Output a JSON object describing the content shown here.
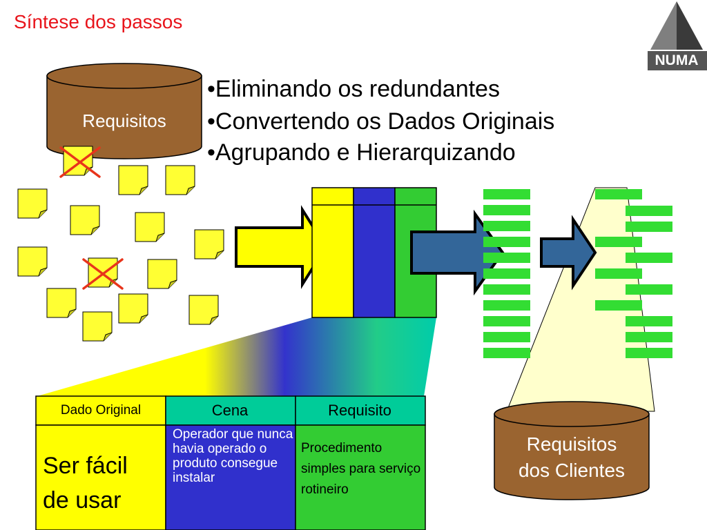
{
  "title": "Síntese dos passos",
  "logo": {
    "text": "NUMA"
  },
  "bullets": [
    "•Eliminando os redundantes",
    "•Convertendo os Dados Originais",
    "•Agrupando e Hierarquizando"
  ],
  "cylinder_left": {
    "label": "Requisitos"
  },
  "cylinder_right": {
    "label_line1": "Requisitos",
    "label_line2": "dos Clientes"
  },
  "table": {
    "headers": [
      "Dado Original",
      "Cena",
      "Requisito"
    ],
    "row": [
      "Ser fácil de usar",
      "Operador que nunca havia operado o produto consegue instalar",
      "Procedimento simples para serviço rotineiro"
    ]
  },
  "colors": {
    "title": "#e8141b",
    "note_yellow": "#ffff00",
    "cylinder_brown": "#9a6430",
    "column_blue": "#3030cc",
    "column_green": "#33cc33",
    "arrow_blue": "#336699",
    "header_teal": "#00cc99"
  }
}
